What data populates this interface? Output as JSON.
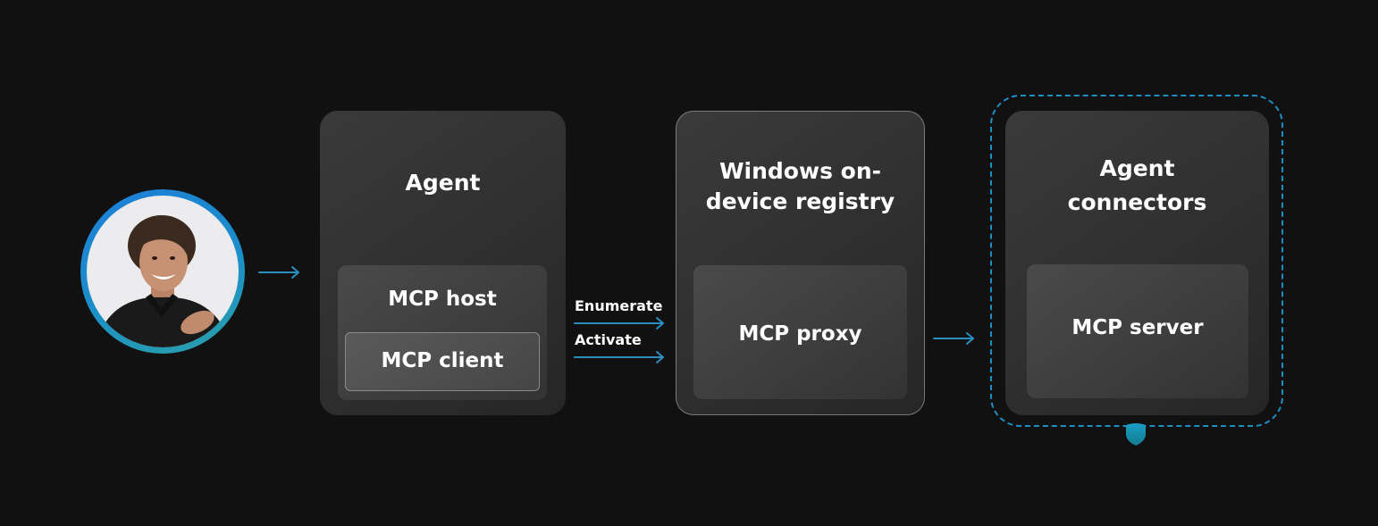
{
  "user": {
    "icon": "person-avatar-icon"
  },
  "agent": {
    "title": "Agent",
    "host_label": "MCP host",
    "client_label": "MCP client"
  },
  "edges": {
    "enumerate_label": "Enumerate",
    "activate_label": "Activate"
  },
  "registry": {
    "title_line1": "Windows on-",
    "title_line2": "device registry",
    "proxy_label": "MCP proxy"
  },
  "connectors": {
    "title_line1": "Agent",
    "title_line2": "connectors",
    "server_label": "MCP server",
    "security_icon": "shield-icon"
  },
  "colors": {
    "background": "#111111",
    "accent": "#1f8fc2",
    "avatar_ring": "#1d7fd8",
    "shield": "#1a8fb0"
  }
}
